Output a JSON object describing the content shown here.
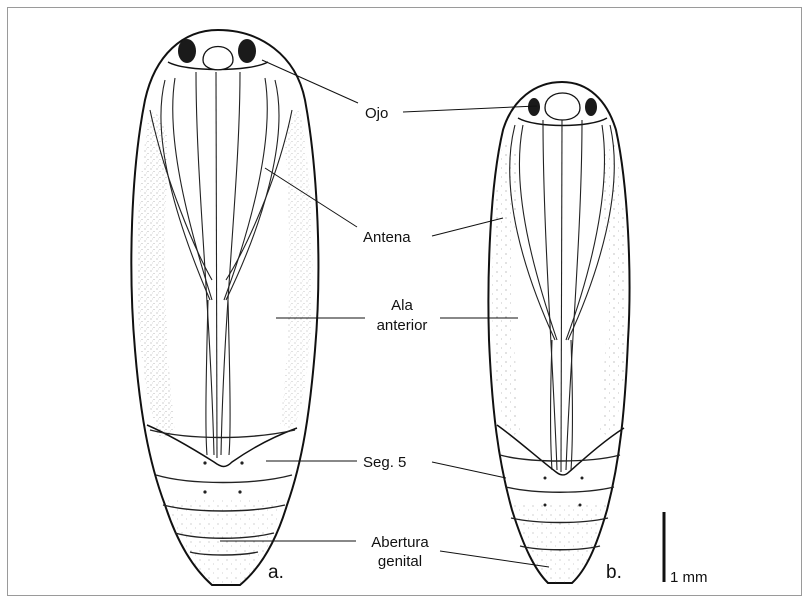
{
  "labels": {
    "eye": "Ojo",
    "antenna": "Antena",
    "forewing_line1": "Ala",
    "forewing_line2": "anterior",
    "segment5": "Seg. 5",
    "genital_line1": "Abertura",
    "genital_line2": "genital"
  },
  "panels": {
    "a": "a.",
    "b": "b."
  },
  "scale_bar": {
    "label": "1 mm"
  },
  "colors": {
    "ink": "#111111",
    "background": "#ffffff",
    "frame": "#9a9a9a"
  }
}
